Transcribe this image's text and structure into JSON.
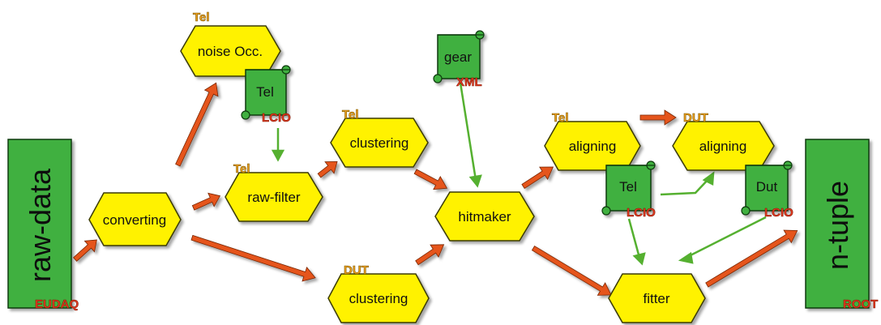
{
  "colors": {
    "hex_fill": "#fff200",
    "hex_stroke": "#3a3a00",
    "doc_fill": "#3fb03f",
    "doc_stroke": "#0f3a0f",
    "orange_arrow": "#e5541c",
    "green_arrow": "#55b030",
    "tag_color": "#f0a020",
    "format_color": "#e23a20"
  },
  "processors": {
    "noise": {
      "label": "noise Occ.",
      "tag": "Tel"
    },
    "converting": {
      "label": "converting"
    },
    "raw_filter": {
      "label": "raw-filter",
      "tag": "Tel"
    },
    "clustering_tel": {
      "label": "clustering",
      "tag": "Tel"
    },
    "clustering_dut": {
      "label": "clustering",
      "tag": "DUT"
    },
    "hitmaker": {
      "label": "hitmaker"
    },
    "aligning_tel": {
      "label": "aligning",
      "tag": "Tel"
    },
    "aligning_dut": {
      "label": "aligning",
      "tag": "DUT"
    },
    "fitter": {
      "label": "fitter"
    }
  },
  "files": {
    "tel_lcio_1": {
      "label": "Tel",
      "format": "LCIO"
    },
    "gear_xml": {
      "label": "gear",
      "format": "XML"
    },
    "tel_lcio_2": {
      "label": "Tel",
      "format": "LCIO"
    },
    "dut_lcio": {
      "label": "Dut",
      "format": "LCIO"
    }
  },
  "endpoints": {
    "raw_data": {
      "label": "raw-data",
      "format": "EUDAQ"
    },
    "ntuple": {
      "label": "n-tuple",
      "format": "ROOT"
    }
  }
}
